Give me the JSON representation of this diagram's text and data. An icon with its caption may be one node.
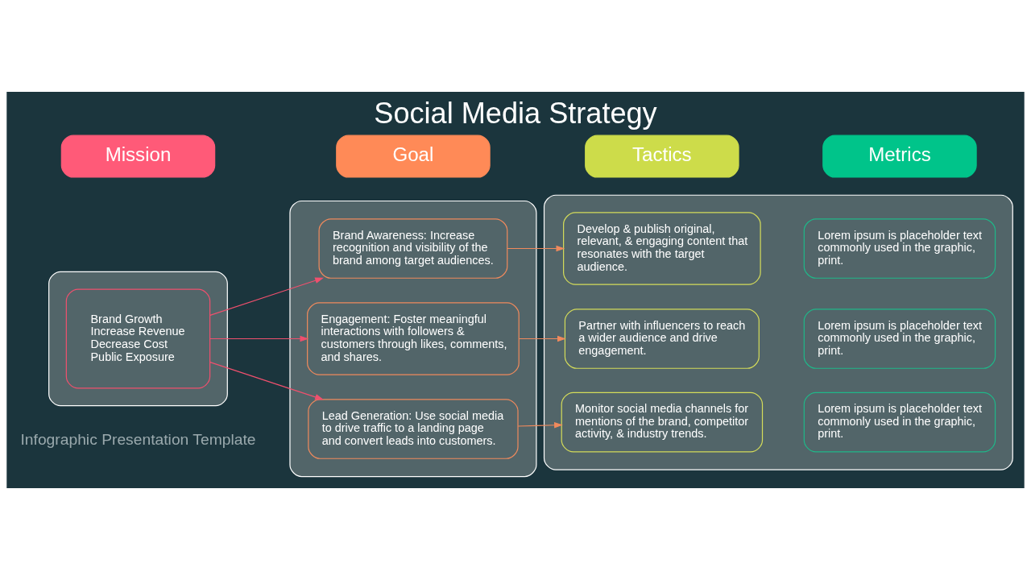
{
  "diagram": {
    "title": "Social Media Strategy",
    "nodes": [
      {
        "text": [
          "Mission"
        ]
      },
      {
        "text": [
          "Goal"
        ]
      },
      {
        "text": [
          "Tactics"
        ]
      },
      {
        "text": [
          "Metrics"
        ]
      },
      {
        "text": [],
        "shape": "box"
      },
      {
        "text": [
          "Brand Growth",
          "Increase Revenue",
          "Decrease Cost",
          "Public Exposure"
        ],
        "in": 4
      },
      {
        "text": [],
        "shape": "box"
      },
      {
        "text": [
          "Brand Awareness: Increase recognition and visibility of the brand among target audiences."
        ],
        "in": 6
      },
      {
        "text": [
          "Engagement: Foster meaningful interactions with followers & customers through likes, comments, and shares."
        ],
        "in": 6
      },
      {
        "text": [
          "Lead Generation: Use social media to drive traffic to a landing page and convert leads into customers."
        ],
        "in": 6
      },
      {
        "text": [],
        "shape": "box"
      },
      {
        "text": [
          "Develop & publish original, relevant, & engaging content that resonates with the target audience."
        ],
        "in": 10
      },
      {
        "text": [
          "Lorem ipsum is placeholder text commonly used in the graphic, print."
        ],
        "in": 10
      },
      {
        "text": [
          "Partner with influencers to reach a wider audience and drive engagement."
        ],
        "in": 10
      },
      {
        "text": [
          "Lorem ipsum is placeholder text commonly used in the graphic, print."
        ],
        "in": 10
      },
      {
        "text": [
          "Monitor social media channels for mentions of the brand, competitor activity, & industry trends."
        ],
        "in": 10
      },
      {
        "text": [
          "Lorem ipsum is placeholder text commonly used in the graphic, print."
        ],
        "in": 10
      }
    ],
    "edges": [
      {
        "from": 5,
        "to": 7,
        "arrow": "to",
        "color": "#f0506e"
      },
      {
        "from": 5,
        "to": 8,
        "arrow": "to",
        "color": "#f0506e"
      },
      {
        "from": 5,
        "to": 9,
        "arrow": "to",
        "color": "#f0506e"
      },
      {
        "from": 7,
        "to": 11,
        "arrow": "to",
        "color": "#f08a5d"
      },
      {
        "from": 8,
        "to": 13,
        "arrow": "to",
        "color": "#f08a5d"
      },
      {
        "from": 9,
        "to": 15,
        "arrow": "to",
        "color": "#f08a5d"
      }
    ],
    "labels": [
      "Infographic Presentation Template"
    ]
  }
}
